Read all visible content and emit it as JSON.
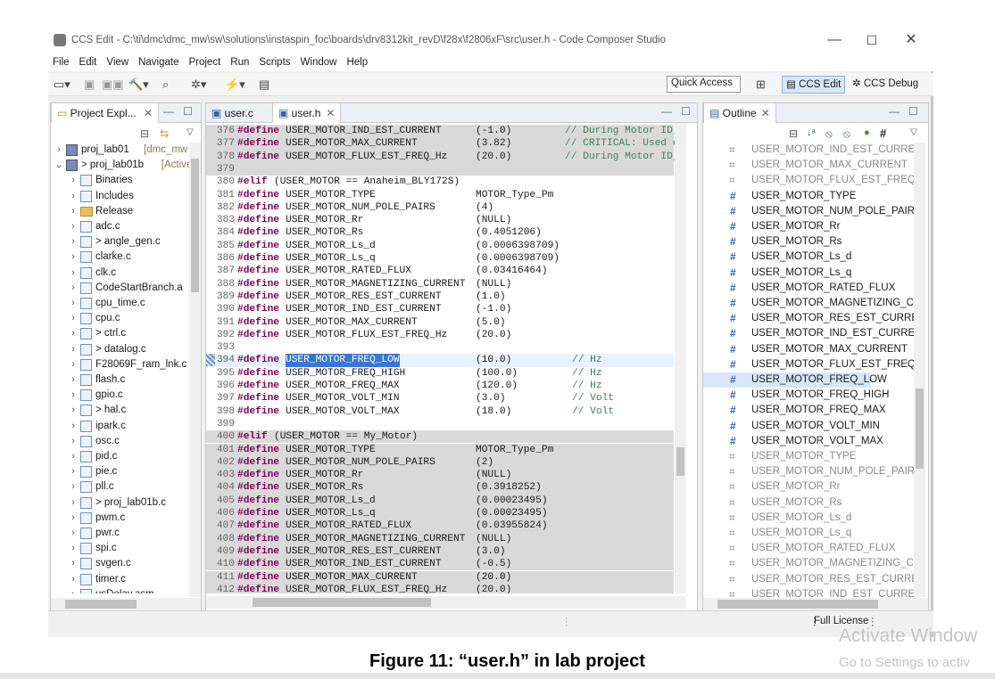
{
  "window": {
    "title": "CCS Edit - C:\\ti\\dmc\\dmc_mw\\sw\\solutions\\instaspin_foc\\boards\\drv8312kit_revD\\f28x\\f2806xF\\src\\user.h - Code Composer Studio",
    "minimize": "—",
    "maximize": "☐",
    "close": "✕"
  },
  "menu": [
    "File",
    "Edit",
    "View",
    "Navigate",
    "Project",
    "Run",
    "Scripts",
    "Window",
    "Help"
  ],
  "toolbar": {
    "quick_access": "Quick Access",
    "persp_edit": "CCS Edit",
    "persp_debug": "CCS Debug"
  },
  "project_explorer": {
    "tab_label": "Project Expl...",
    "rows": [
      {
        "label": "proj_lab01",
        "suffix": "[dmc_mw",
        "arrow": "›",
        "kind": "proj",
        "indent": 0
      },
      {
        "label": "> proj_lab01b",
        "suffix": "[Active",
        "arrow": "⌄",
        "kind": "proj",
        "indent": 0
      },
      {
        "label": "Binaries",
        "suffix": "",
        "arrow": "›",
        "kind": "bin",
        "indent": 1
      },
      {
        "label": "Includes",
        "suffix": "",
        "arrow": "›",
        "kind": "inc",
        "indent": 1
      },
      {
        "label": "Release",
        "suffix": "",
        "arrow": "›",
        "kind": "folder",
        "indent": 1
      },
      {
        "label": "adc.c",
        "suffix": "",
        "arrow": "›",
        "kind": "file",
        "indent": 1
      },
      {
        "label": "> angle_gen.c",
        "suffix": "",
        "arrow": "›",
        "kind": "file",
        "indent": 1
      },
      {
        "label": "clarke.c",
        "suffix": "",
        "arrow": "›",
        "kind": "file",
        "indent": 1
      },
      {
        "label": "clk.c",
        "suffix": "",
        "arrow": "›",
        "kind": "file",
        "indent": 1
      },
      {
        "label": "CodeStartBranch.a",
        "suffix": "",
        "arrow": "›",
        "kind": "file",
        "indent": 1
      },
      {
        "label": "cpu_time.c",
        "suffix": "",
        "arrow": "›",
        "kind": "file",
        "indent": 1
      },
      {
        "label": "cpu.c",
        "suffix": "",
        "arrow": "›",
        "kind": "file",
        "indent": 1
      },
      {
        "label": "> ctrl.c",
        "suffix": "",
        "arrow": "›",
        "kind": "file",
        "indent": 1
      },
      {
        "label": "> datalog.c",
        "suffix": "",
        "arrow": "›",
        "kind": "file",
        "indent": 1
      },
      {
        "label": "F28069F_ram_lnk.c",
        "suffix": "",
        "arrow": "›",
        "kind": "file",
        "indent": 1
      },
      {
        "label": "flash.c",
        "suffix": "",
        "arrow": "›",
        "kind": "file",
        "indent": 1
      },
      {
        "label": "gpio.c",
        "suffix": "",
        "arrow": "›",
        "kind": "file",
        "indent": 1
      },
      {
        "label": "> hal.c",
        "suffix": "",
        "arrow": "›",
        "kind": "file",
        "indent": 1
      },
      {
        "label": "ipark.c",
        "suffix": "",
        "arrow": "›",
        "kind": "file",
        "indent": 1
      },
      {
        "label": "osc.c",
        "suffix": "",
        "arrow": "›",
        "kind": "file",
        "indent": 1
      },
      {
        "label": "pid.c",
        "suffix": "",
        "arrow": "›",
        "kind": "file",
        "indent": 1
      },
      {
        "label": "pie.c",
        "suffix": "",
        "arrow": "›",
        "kind": "file",
        "indent": 1
      },
      {
        "label": "pll.c",
        "suffix": "",
        "arrow": "›",
        "kind": "file",
        "indent": 1
      },
      {
        "label": "> proj_lab01b.c",
        "suffix": "",
        "arrow": "›",
        "kind": "file",
        "indent": 1
      },
      {
        "label": "pwm.c",
        "suffix": "",
        "arrow": "›",
        "kind": "file",
        "indent": 1
      },
      {
        "label": "pwr.c",
        "suffix": "",
        "arrow": "›",
        "kind": "file",
        "indent": 1
      },
      {
        "label": "spi.c",
        "suffix": "",
        "arrow": "›",
        "kind": "file",
        "indent": 1
      },
      {
        "label": "svgen.c",
        "suffix": "",
        "arrow": "›",
        "kind": "file",
        "indent": 1
      },
      {
        "label": "timer.c",
        "suffix": "",
        "arrow": "›",
        "kind": "file",
        "indent": 1
      },
      {
        "label": "usDelay.asm",
        "suffix": "",
        "arrow": "›",
        "kind": "file",
        "indent": 1
      }
    ]
  },
  "editor": {
    "tabs": [
      "user.c",
      "user.h"
    ],
    "active_tab": "user.h",
    "lines": [
      {
        "n": "376",
        "kw": "#define",
        "name": "USER_MOTOR_IND_EST_CURRENT",
        "val": "(-1.0)",
        "cm": "// During Motor ID,",
        "bg": "gray"
      },
      {
        "n": "377",
        "kw": "#define",
        "name": "USER_MOTOR_MAX_CURRENT",
        "val": "(3.82)",
        "cm": "// CRITICAL: Used o",
        "bg": "gray"
      },
      {
        "n": "378",
        "kw": "#define",
        "name": "USER_MOTOR_FLUX_EST_FREQ_Hz",
        "val": "(20.0)",
        "cm": "// During Motor ID,",
        "bg": "gray"
      },
      {
        "n": "379",
        "kw": "",
        "name": "",
        "val": "",
        "cm": "",
        "bg": "gray"
      },
      {
        "n": "380",
        "kw": "#elif",
        "name": "(USER_MOTOR == Anaheim_BLY172S)",
        "val": "",
        "cm": "",
        "bg": "white"
      },
      {
        "n": "381",
        "kw": "#define",
        "name": "USER_MOTOR_TYPE",
        "val": "MOTOR_Type_Pm",
        "cm": "",
        "bg": "white"
      },
      {
        "n": "382",
        "kw": "#define",
        "name": "USER_MOTOR_NUM_POLE_PAIRS",
        "val": "(4)",
        "cm": "",
        "bg": "white"
      },
      {
        "n": "383",
        "kw": "#define",
        "name": "USER_MOTOR_Rr",
        "val": "(NULL)",
        "cm": "",
        "bg": "white"
      },
      {
        "n": "384",
        "kw": "#define",
        "name": "USER_MOTOR_Rs",
        "val": "(0.4051206)",
        "cm": "",
        "bg": "white"
      },
      {
        "n": "385",
        "kw": "#define",
        "name": "USER_MOTOR_Ls_d",
        "val": "(0.0006398709)",
        "cm": "",
        "bg": "white"
      },
      {
        "n": "386",
        "kw": "#define",
        "name": "USER_MOTOR_Ls_q",
        "val": "(0.0006398709)",
        "cm": "",
        "bg": "white"
      },
      {
        "n": "387",
        "kw": "#define",
        "name": "USER_MOTOR_RATED_FLUX",
        "val": "(0.03416464)",
        "cm": "",
        "bg": "white"
      },
      {
        "n": "388",
        "kw": "#define",
        "name": "USER_MOTOR_MAGNETIZING_CURRENT",
        "val": "(NULL)",
        "cm": "",
        "bg": "white"
      },
      {
        "n": "389",
        "kw": "#define",
        "name": "USER_MOTOR_RES_EST_CURRENT",
        "val": "(1.0)",
        "cm": "",
        "bg": "white"
      },
      {
        "n": "390",
        "kw": "#define",
        "name": "USER_MOTOR_IND_EST_CURRENT",
        "val": "(-1.0)",
        "cm": "",
        "bg": "white"
      },
      {
        "n": "391",
        "kw": "#define",
        "name": "USER_MOTOR_MAX_CURRENT",
        "val": "(5.0)",
        "cm": "",
        "bg": "white"
      },
      {
        "n": "392",
        "kw": "#define",
        "name": "USER_MOTOR_FLUX_EST_FREQ_Hz",
        "val": "(20.0)",
        "cm": "",
        "bg": "white"
      },
      {
        "n": "393",
        "kw": "",
        "name": "",
        "val": "",
        "cm": "",
        "bg": "white"
      },
      {
        "n": "394",
        "kw": "#define",
        "name": "USER_MOTOR_FREQ_LOW",
        "val": "(10.0)",
        "cm": "// Hz",
        "bg": "cur"
      },
      {
        "n": "395",
        "kw": "#define",
        "name": "USER_MOTOR_FREQ_HIGH",
        "val": "(100.0)",
        "cm": "// Hz",
        "bg": "white"
      },
      {
        "n": "396",
        "kw": "#define",
        "name": "USER_MOTOR_FREQ_MAX",
        "val": "(120.0)",
        "cm": "// Hz",
        "bg": "white"
      },
      {
        "n": "397",
        "kw": "#define",
        "name": "USER_MOTOR_VOLT_MIN",
        "val": "(3.0)",
        "cm": "// Volt",
        "bg": "white"
      },
      {
        "n": "398",
        "kw": "#define",
        "name": "USER_MOTOR_VOLT_MAX",
        "val": "(18.0)",
        "cm": "// Volt",
        "bg": "white"
      },
      {
        "n": "399",
        "kw": "",
        "name": "",
        "val": "",
        "cm": "",
        "bg": "white"
      },
      {
        "n": "400",
        "kw": "#elif",
        "name": "(USER_MOTOR == My_Motor)",
        "val": "",
        "cm": "",
        "bg": "gray"
      },
      {
        "n": "401",
        "kw": "#define",
        "name": "USER_MOTOR_TYPE",
        "val": "MOTOR_Type_Pm",
        "cm": "",
        "bg": "gray"
      },
      {
        "n": "402",
        "kw": "#define",
        "name": "USER_MOTOR_NUM_POLE_PAIRS",
        "val": "(2)",
        "cm": "",
        "bg": "gray"
      },
      {
        "n": "403",
        "kw": "#define",
        "name": "USER_MOTOR_Rr",
        "val": "(NULL)",
        "cm": "",
        "bg": "gray"
      },
      {
        "n": "404",
        "kw": "#define",
        "name": "USER_MOTOR_Rs",
        "val": "(0.3918252)",
        "cm": "",
        "bg": "gray"
      },
      {
        "n": "405",
        "kw": "#define",
        "name": "USER_MOTOR_Ls_d",
        "val": "(0.00023495)",
        "cm": "",
        "bg": "gray"
      },
      {
        "n": "406",
        "kw": "#define",
        "name": "USER_MOTOR_Ls_q",
        "val": "(0.00023495)",
        "cm": "",
        "bg": "gray"
      },
      {
        "n": "407",
        "kw": "#define",
        "name": "USER_MOTOR_RATED_FLUX",
        "val": "(0.03955824)",
        "cm": "",
        "bg": "gray"
      },
      {
        "n": "408",
        "kw": "#define",
        "name": "USER_MOTOR_MAGNETIZING_CURRENT",
        "val": "(NULL)",
        "cm": "",
        "bg": "gray"
      },
      {
        "n": "409",
        "kw": "#define",
        "name": "USER_MOTOR_RES_EST_CURRENT",
        "val": "(3.0)",
        "cm": "",
        "bg": "gray"
      },
      {
        "n": "410",
        "kw": "#define",
        "name": "USER_MOTOR_IND_EST_CURRENT",
        "val": "(-0.5)",
        "cm": "",
        "bg": "gray"
      },
      {
        "n": "411",
        "kw": "#define",
        "name": "USER_MOTOR_MAX_CURRENT",
        "val": "(20.0)",
        "cm": "",
        "bg": "gray"
      },
      {
        "n": "412",
        "kw": "#define",
        "name": "USER_MOTOR_FLUX_EST_FREQ_Hz",
        "val": "(20.0)",
        "cm": "",
        "bg": "gray"
      }
    ]
  },
  "outline": {
    "tab_label": "Outline",
    "items": [
      {
        "label": "USER_MOTOR_IND_EST_CURRENT",
        "active": false
      },
      {
        "label": "USER_MOTOR_MAX_CURRENT",
        "active": false
      },
      {
        "label": "USER_MOTOR_FLUX_EST_FREQ_Hz",
        "active": false
      },
      {
        "label": "USER_MOTOR_TYPE",
        "active": true
      },
      {
        "label": "USER_MOTOR_NUM_POLE_PAIRS",
        "active": true
      },
      {
        "label": "USER_MOTOR_Rr",
        "active": true
      },
      {
        "label": "USER_MOTOR_Rs",
        "active": true
      },
      {
        "label": "USER_MOTOR_Ls_d",
        "active": true
      },
      {
        "label": "USER_MOTOR_Ls_q",
        "active": true
      },
      {
        "label": "USER_MOTOR_RATED_FLUX",
        "active": true
      },
      {
        "label": "USER_MOTOR_MAGNETIZING_CURF",
        "active": true
      },
      {
        "label": "USER_MOTOR_RES_EST_CURRENT",
        "active": true
      },
      {
        "label": "USER_MOTOR_IND_EST_CURRENT",
        "active": true
      },
      {
        "label": "USER_MOTOR_MAX_CURRENT",
        "active": true
      },
      {
        "label": "USER_MOTOR_FLUX_EST_FREQ_Hz",
        "active": true
      },
      {
        "label": "USER_MOTOR_FREQ_LOW",
        "active": true,
        "selected": true
      },
      {
        "label": "USER_MOTOR_FREQ_HIGH",
        "active": true
      },
      {
        "label": "USER_MOTOR_FREQ_MAX",
        "active": true
      },
      {
        "label": "USER_MOTOR_VOLT_MIN",
        "active": true
      },
      {
        "label": "USER_MOTOR_VOLT_MAX",
        "active": true
      },
      {
        "label": "USER_MOTOR_TYPE",
        "active": false
      },
      {
        "label": "USER_MOTOR_NUM_POLE_PAIRS",
        "active": false
      },
      {
        "label": "USER_MOTOR_Rr",
        "active": false
      },
      {
        "label": "USER_MOTOR_Rs",
        "active": false
      },
      {
        "label": "USER_MOTOR_Ls_d",
        "active": false
      },
      {
        "label": "USER_MOTOR_Ls_q",
        "active": false
      },
      {
        "label": "USER_MOTOR_RATED_FLUX",
        "active": false
      },
      {
        "label": "USER_MOTOR_MAGNETIZING_CURF",
        "active": false
      },
      {
        "label": "USER_MOTOR_RES_EST_CURRENT",
        "active": false
      },
      {
        "label": "USER_MOTOR_IND_EST_CURRENT",
        "active": false
      }
    ]
  },
  "status": {
    "license": "Full License"
  },
  "caption": "Figure 11: “user.h” in lab project",
  "activate": {
    "line1": "Activate Window",
    "line2": "Go to Settings to activ"
  }
}
